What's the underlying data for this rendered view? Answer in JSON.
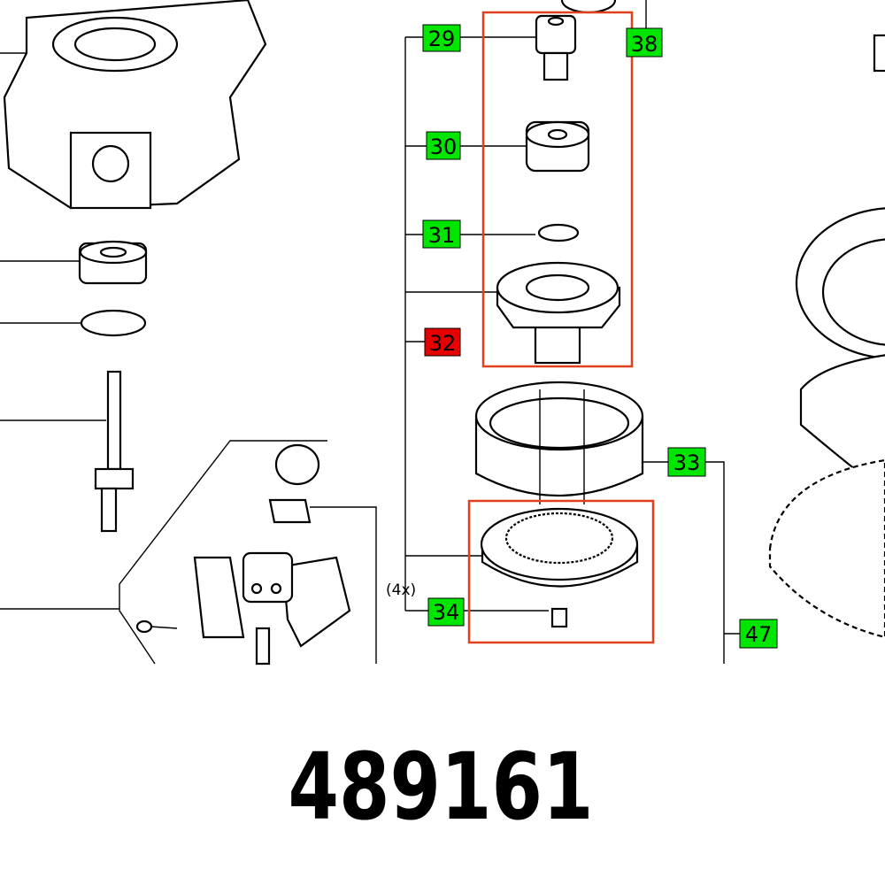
{
  "colors": {
    "label_green": "#00e600",
    "label_red": "#e60000",
    "highlight_frame": "#e0401c"
  },
  "callouts": {
    "c29": "29",
    "c30": "30",
    "c31": "31",
    "c32": "32",
    "c38": "38",
    "c33": "33",
    "c34": "34",
    "c47": "47"
  },
  "quantity_note": "(4x)",
  "part_number": "489161"
}
